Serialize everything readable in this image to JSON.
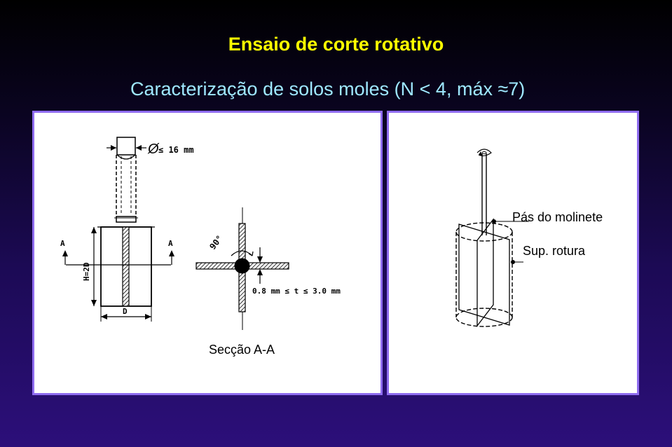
{
  "slide": {
    "title": "Ensaio de corte rotativo",
    "subtitle": "Caracterização de solos moles (N < 4, máx ≈7)"
  },
  "left_figure": {
    "diameter_label": "≤ 16  mm",
    "diameter_symbol": "Ø",
    "section_marker_left": "A",
    "section_marker_right": "A",
    "height_label": "H=2D",
    "width_label": "D",
    "angle_label": "90°",
    "thickness_label": "0.8  mm  ≤  t  ≤  3.0  mm",
    "section_caption": "Secção A-A"
  },
  "right_figure": {
    "blades_label": "Pás do molinete",
    "failure_surface_label": "Sup. rotura"
  },
  "colors": {
    "title": "#ffff00",
    "subtitle": "#9fe8ff",
    "panel_border": "#8f6cf0"
  }
}
